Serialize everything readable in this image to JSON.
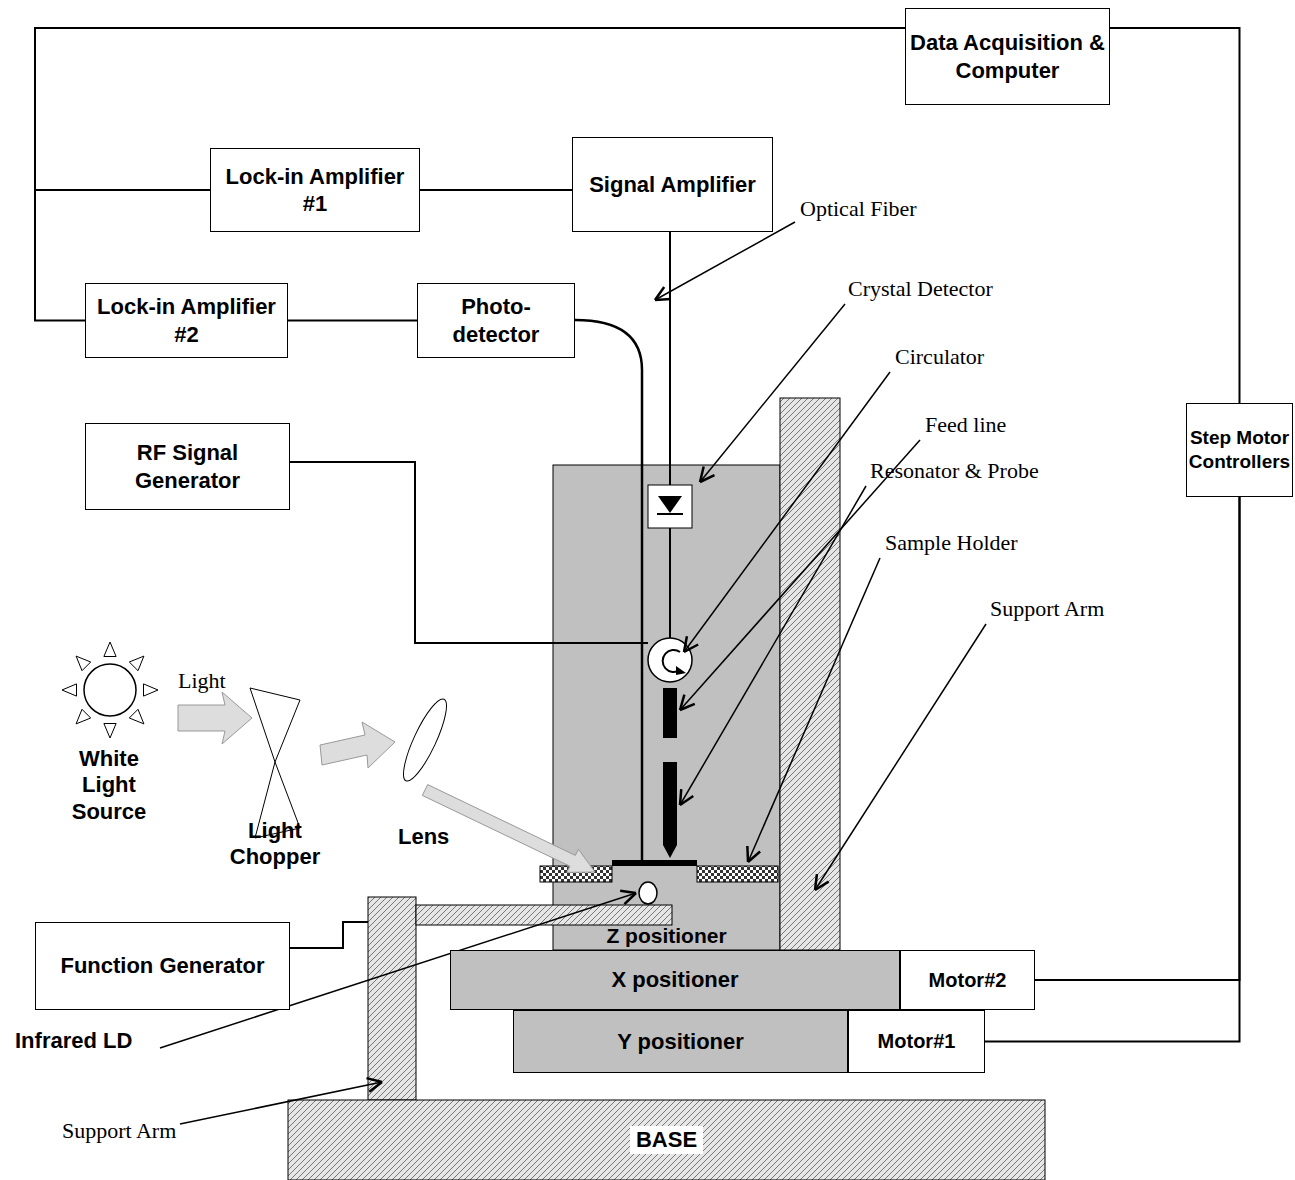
{
  "diagram": {
    "nodes": [
      {
        "text": [
          "Data Acquisition & Computer"
        ]
      },
      {
        "text": [
          "Lock-in Amplifier #1"
        ]
      },
      {
        "text": [
          "Signal Amplifier"
        ]
      },
      {
        "text": [
          "Lock-in Amplifier #2"
        ]
      },
      {
        "text": [
          "Photo-detector"
        ]
      },
      {
        "text": [
          "RF Signal Generator"
        ]
      },
      {
        "text": [
          "Step Motor Controllers"
        ]
      },
      {
        "text": [
          "Z positioner"
        ]
      },
      {
        "text": [
          "X positioner"
        ]
      },
      {
        "text": [
          "Motor#2"
        ]
      },
      {
        "text": [
          "Y positioner"
        ]
      },
      {
        "text": [
          "Motor#1"
        ]
      },
      {
        "text": [
          "Function Generator"
        ]
      },
      {
        "text": [
          "BASE"
        ]
      }
    ],
    "edges": [
      {
        "from": 0,
        "to": 1,
        "arrow": "none"
      },
      {
        "from": 0,
        "to": 3,
        "arrow": "none"
      },
      {
        "from": 1,
        "to": 2,
        "arrow": "none"
      },
      {
        "from": 3,
        "to": 4,
        "arrow": "none"
      },
      {
        "from": 0,
        "to": 6,
        "arrow": "none"
      },
      {
        "from": 6,
        "to": 9,
        "arrow": "none"
      },
      {
        "from": 6,
        "to": 11,
        "arrow": "none"
      }
    ],
    "labels": [
      "Optical Fiber",
      "Crystal Detector",
      "Circulator",
      "Feed line",
      "Resonator & Probe",
      "Sample Holder",
      "Support Arm",
      "Light",
      "White Light Source",
      "Light Chopper",
      "Lens",
      "Infrared LD",
      "Support Arm"
    ]
  }
}
